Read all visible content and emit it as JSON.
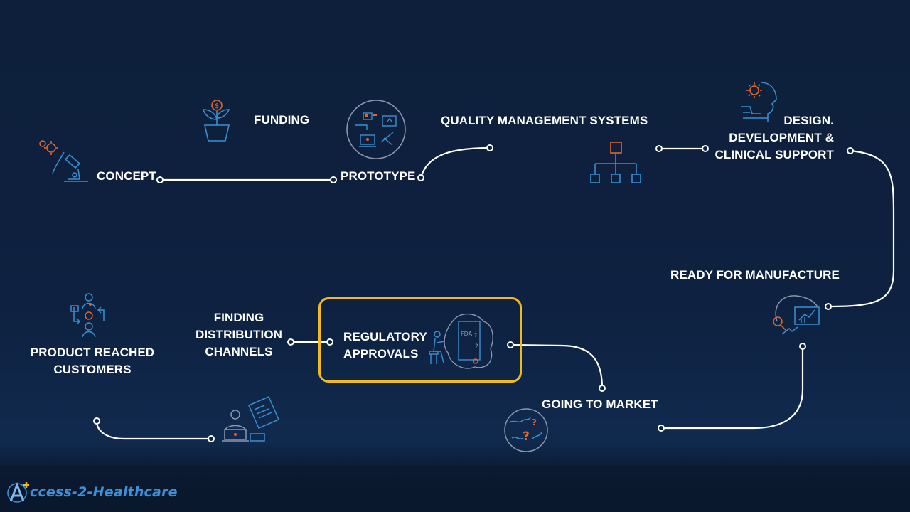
{
  "nodes": {
    "concept": "CONCEPT",
    "funding": "FUNDING",
    "prototype": "PROTOTYPE",
    "qms": "QUALITY MANAGEMENT SYSTEMS",
    "design": [
      "DESIGN.",
      "DEVELOPMENT &",
      "CLINICAL SUPPORT"
    ],
    "manufacture": "READY FOR MANUFACTURE",
    "market": "GOING TO MARKET",
    "regulatory": [
      "REGULATORY",
      "APPROVALS"
    ],
    "distribution": [
      "FINDING",
      "DISTRIBUTION",
      "CHANNELS"
    ],
    "customers": [
      "PRODUCT REACHED",
      "CUSTOMERS"
    ]
  },
  "icons": {
    "concept": "microscope-gear-icon",
    "funding": "money-plant-icon",
    "prototype": "prototype-devices-icon",
    "qms": "org-chart-icon",
    "design": "head-gear-icon",
    "manufacture": "analytics-monitor-icon",
    "market": "globe-question-icon",
    "regulatory": "fda-document-icon",
    "distribution": "laptop-documents-icon",
    "customers": "people-network-icon"
  },
  "logo": {
    "text": "ccess-2-Healthcare"
  },
  "colors": {
    "background": "#0e2140",
    "line": "#ffffff",
    "icon_blue": "#3a8fd1",
    "icon_orange": "#e0662e",
    "highlight": "#f2bb1d"
  }
}
